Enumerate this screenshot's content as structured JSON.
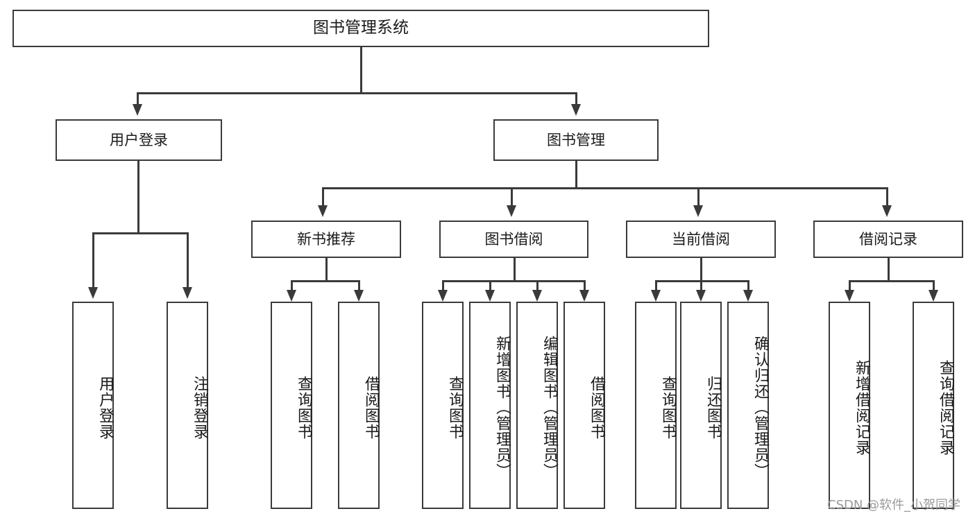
{
  "diagram": {
    "title": "图书管理系统",
    "type": "功能结构图",
    "watermark": "CSDN @软件_小贺同学",
    "root": {
      "label": "图书管理系统"
    },
    "level1": [
      {
        "label": "用户登录"
      },
      {
        "label": "图书管理"
      }
    ],
    "level2": [
      {
        "label": "新书推荐"
      },
      {
        "label": "图书借阅"
      },
      {
        "label": "当前借阅"
      },
      {
        "label": "借阅记录"
      }
    ],
    "leaves": {
      "user_login": [
        {
          "label": "用户登录"
        },
        {
          "label": "注销登录"
        }
      ],
      "new_book_recommend": [
        {
          "label": "查询图书"
        },
        {
          "label": "借阅图书"
        }
      ],
      "book_borrow": [
        {
          "label": "查询图书"
        },
        {
          "label": "新增图书（管理员）"
        },
        {
          "label": "编辑图书（管理员）"
        },
        {
          "label": "借阅图书"
        }
      ],
      "current_borrow": [
        {
          "label": "查询图书"
        },
        {
          "label": "归还图书"
        },
        {
          "label": "确认归还（管理员）"
        }
      ],
      "borrow_record": [
        {
          "label": "新增借阅记录"
        },
        {
          "label": "查询借阅记录"
        }
      ]
    },
    "colors": {
      "stroke": "#3a3a3a",
      "background": "#ffffff",
      "text": "#1a1a1a",
      "watermark": "#9a9a9a"
    }
  }
}
